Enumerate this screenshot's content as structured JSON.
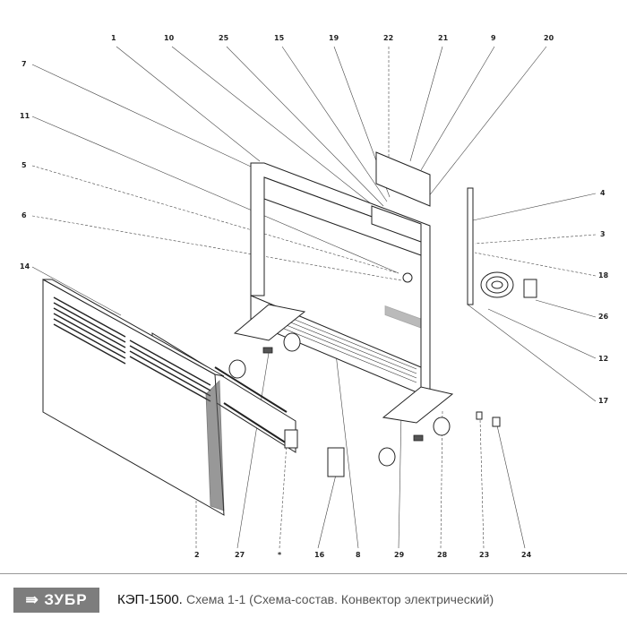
{
  "diagram": {
    "labels_top": [
      "1",
      "10",
      "25",
      "15",
      "19",
      "22",
      "21",
      "9",
      "20"
    ],
    "labels_left": [
      "7",
      "11",
      "5",
      "6",
      "14"
    ],
    "labels_right": [
      "4",
      "3",
      "18",
      "26",
      "12",
      "17"
    ],
    "labels_bottom": [
      "2",
      "27",
      "*",
      "16",
      "8",
      "29",
      "28",
      "23",
      "24"
    ]
  },
  "footer": {
    "logo_text": "⇛ ЗУБР",
    "model": "КЭП-1500.",
    "description": "Схема 1-1 (Схема-состав. Конвектор электрический)"
  }
}
